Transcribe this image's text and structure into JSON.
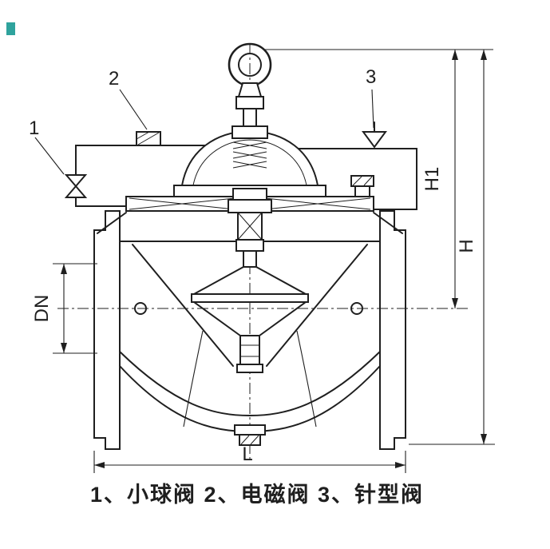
{
  "figure": {
    "type": "valve-sectional-technical-drawing",
    "caption": "1、小球阀 2、电磁阀 3、针型阀",
    "part_labels": {
      "p1": "1",
      "p2": "2",
      "p3": "3"
    },
    "parts_legend": [
      {
        "num": "1",
        "name": "小球阀"
      },
      {
        "num": "2",
        "name": "电磁阀"
      },
      {
        "num": "3",
        "name": "针型阀"
      }
    ],
    "dimension_labels": {
      "h1": "H1",
      "h": "H",
      "dn": "DN",
      "l": "L"
    },
    "colors": {
      "line": "#1f1f1f",
      "artifact": "#2fa39d",
      "background": "#ffffff"
    }
  }
}
